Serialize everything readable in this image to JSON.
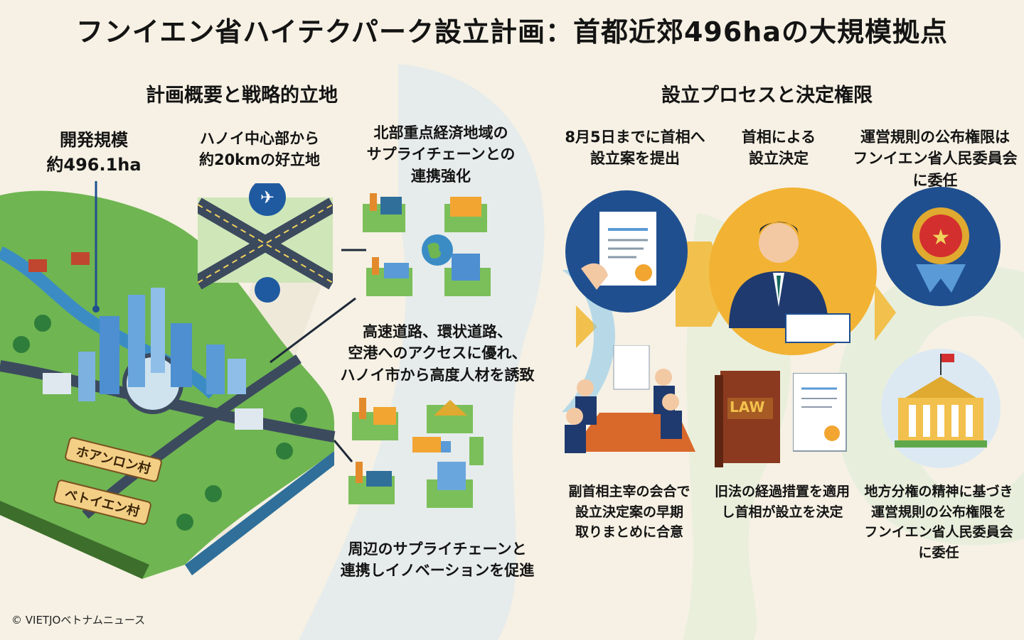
{
  "title": "フンイエン省ハイテクパーク設立計画：首都近郊496haの大規模拠点",
  "left": {
    "heading": "計画概要と戦略的立地",
    "scale": [
      "開発規模",
      "約496.1ha"
    ],
    "location": [
      "ハノイ中心部から",
      "約20kmの好立地"
    ],
    "supply": [
      "北部重点経済地域の",
      "サプライチェーンとの",
      "連携強化"
    ],
    "access": [
      "高速道路、環状道路、",
      "空港へのアクセスに優れ、",
      "ハノイ市から高度人材を誘致"
    ],
    "innovation": [
      "周辺のサプライチェーンと",
      "連携しイノベーションを促進"
    ],
    "villages": [
      "ホアンロン村",
      "ベトイエン村"
    ]
  },
  "right": {
    "heading": "設立プロセスと決定権限",
    "step1": [
      "8月5日までに首相へ",
      "設立案を提出"
    ],
    "step2": [
      "首相による",
      "設立決定"
    ],
    "step3": [
      "運営規則の公布権限は",
      "フンイエン省人民委員会",
      "に委任"
    ],
    "cap1": [
      "副首相主宰の会合で",
      "設立決定案の早期",
      "取りまとめに合意"
    ],
    "cap2": [
      "旧法の経過措置を適用",
      "し首相が設立を決定"
    ],
    "cap3": [
      "地方分権の精神に基づき",
      "運営規則の公布権限を",
      "フンイエン省人民委員会",
      "に委任"
    ],
    "law_label": "LAW"
  },
  "copyright": "© VIETJOベトナムニュース",
  "colors": {
    "accent_blue": "#1f4f8f",
    "accent_gold": "#f2b233",
    "green": "#5fa84a"
  }
}
